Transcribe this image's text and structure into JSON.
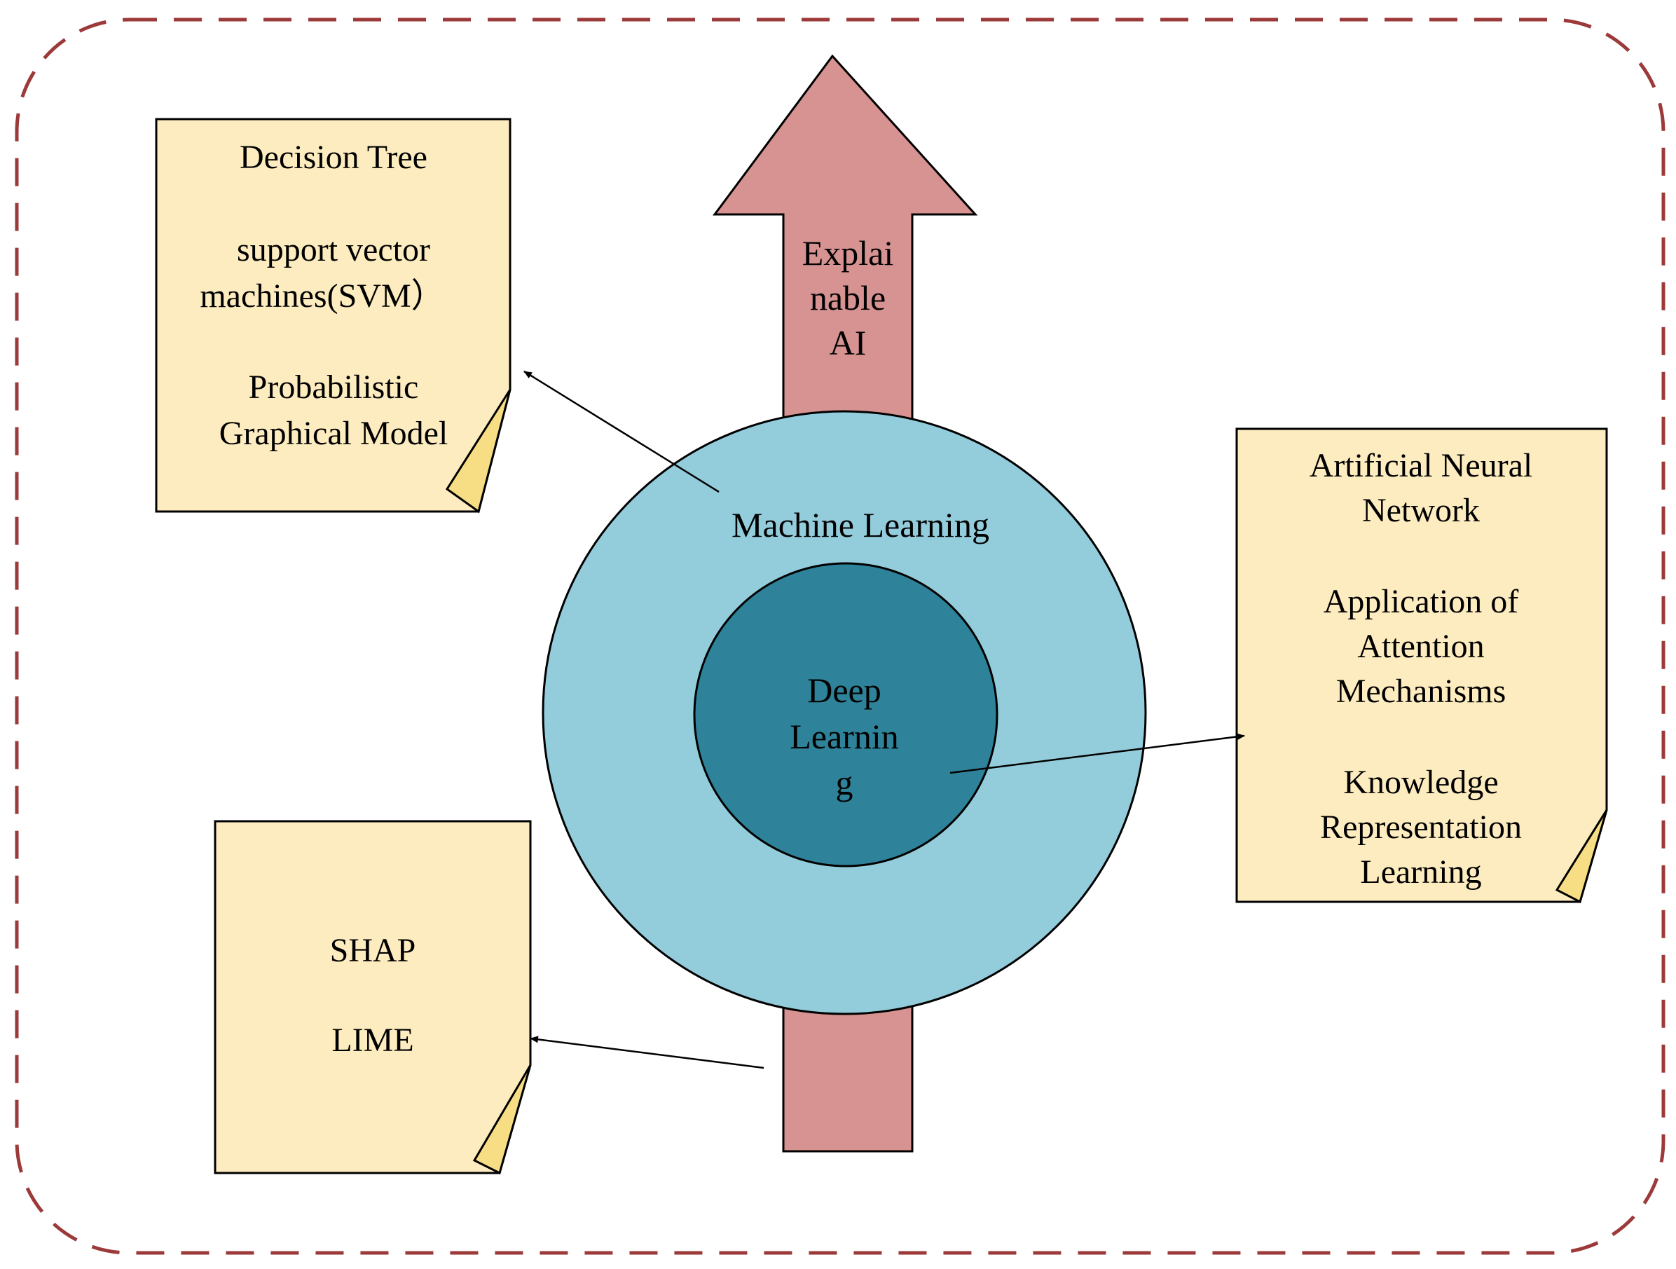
{
  "colors": {
    "frame_border": "#9c3a3a",
    "arrow_fill": "#d79392",
    "outer_circle": "#93ccdb",
    "inner_circle": "#2e8299",
    "note_fill": "#fdecbf",
    "note_fold": "#f7de84",
    "stroke": "#000000"
  },
  "arrow": {
    "lines": [
      "Explai",
      "nable",
      "AI"
    ]
  },
  "circles": {
    "outer_label": "Machine Learning",
    "inner_lines": [
      "Deep",
      "Learnin",
      "g"
    ]
  },
  "notes": {
    "classic_ml": {
      "lines": [
        "Decision Tree",
        "support vector",
        "machines(SVM）",
        "Probabilistic",
        "Graphical Model"
      ]
    },
    "deep_learning": {
      "lines": [
        "Artificial Neural",
        "Network",
        "Application of",
        "Attention",
        "Mechanisms",
        "Knowledge",
        "Representation",
        "Learning"
      ]
    },
    "post_hoc": {
      "lines": [
        "SHAP",
        "LIME"
      ]
    }
  }
}
